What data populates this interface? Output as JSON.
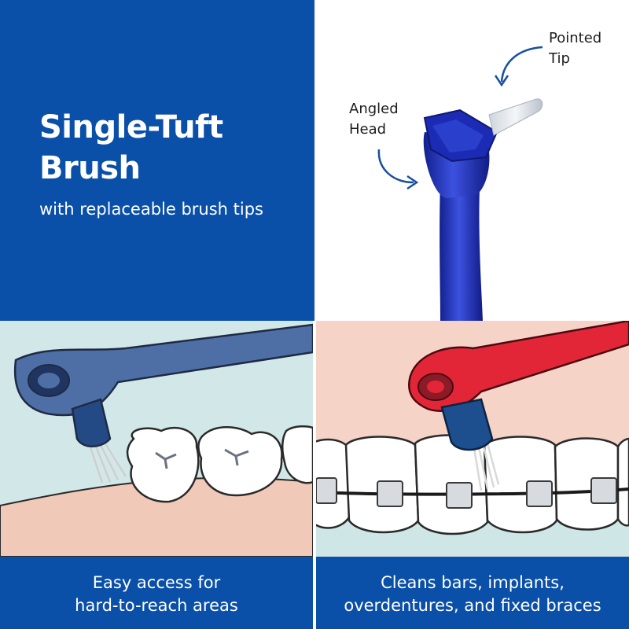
{
  "header": {
    "title_line1": "Single-Tuft",
    "title_line2": "Brush",
    "subtitle": "with replaceable brush tips"
  },
  "callouts": {
    "pointed_tip_line1": "Pointed",
    "pointed_tip_line2": "Tip",
    "angled_head_line1": "Angled",
    "angled_head_line2": "Head"
  },
  "captions": {
    "left_line1": "Easy access for",
    "left_line2": "hard-to-reach areas",
    "right_line1": "Cleans bars, implants,",
    "right_line2": "overdentures, and fixed braces"
  },
  "colors": {
    "brand_blue": "#0a4fa8",
    "brush_blue": "#1f2fb0",
    "brush_red": "#e32637",
    "gum_pink": "#f0c9b8",
    "bg_mint": "#d2e8e8"
  },
  "icons": [
    "arrow-icon",
    "toothbrush-icon",
    "tooth-icon",
    "bracket-icon"
  ]
}
